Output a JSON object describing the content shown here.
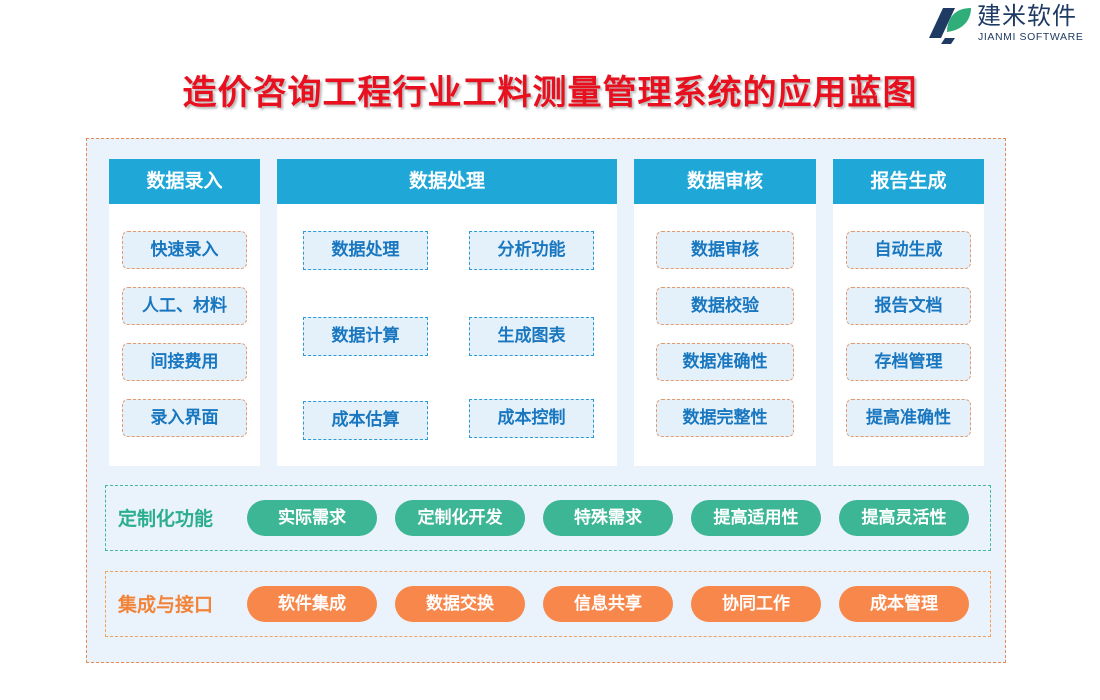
{
  "logo": {
    "name_cn": "建米软件",
    "name_en": "JIANMI SOFTWARE",
    "colors": {
      "navy": "#1f3a63",
      "green": "#2fae7a"
    }
  },
  "title": "造价咨询工程行业工料测量管理系统的应用蓝图",
  "columns": [
    {
      "header": "数据录入",
      "items": [
        "快速录入",
        "人工、材料",
        "间接费用",
        "录入界面"
      ]
    },
    {
      "header": "数据处理",
      "items": [
        "数据处理",
        "分析功能",
        "数据计算",
        "生成图表",
        "成本估算",
        "成本控制"
      ]
    },
    {
      "header": "数据审核",
      "items": [
        "数据审核",
        "数据校验",
        "数据准确性",
        "数据完整性"
      ]
    },
    {
      "header": "报告生成",
      "items": [
        "自动生成",
        "报告文档",
        "存档管理",
        "提高准确性"
      ]
    }
  ],
  "customization": {
    "label": "定制化功能",
    "items": [
      "实际需求",
      "定制化开发",
      "特殊需求",
      "提高适用性",
      "提高灵活性"
    ]
  },
  "integration": {
    "label": "集成与接口",
    "items": [
      "软件集成",
      "数据交换",
      "信息共享",
      "协同工作",
      "成本管理"
    ]
  },
  "colors": {
    "title": "#e8101f",
    "header_bg": "#1fa7d8",
    "item_text": "#1977c0",
    "frame_border": "#e88a55",
    "frame_bg": "#eaf3fb",
    "custom_pill": "#3db695",
    "integration_pill": "#f7874b"
  }
}
